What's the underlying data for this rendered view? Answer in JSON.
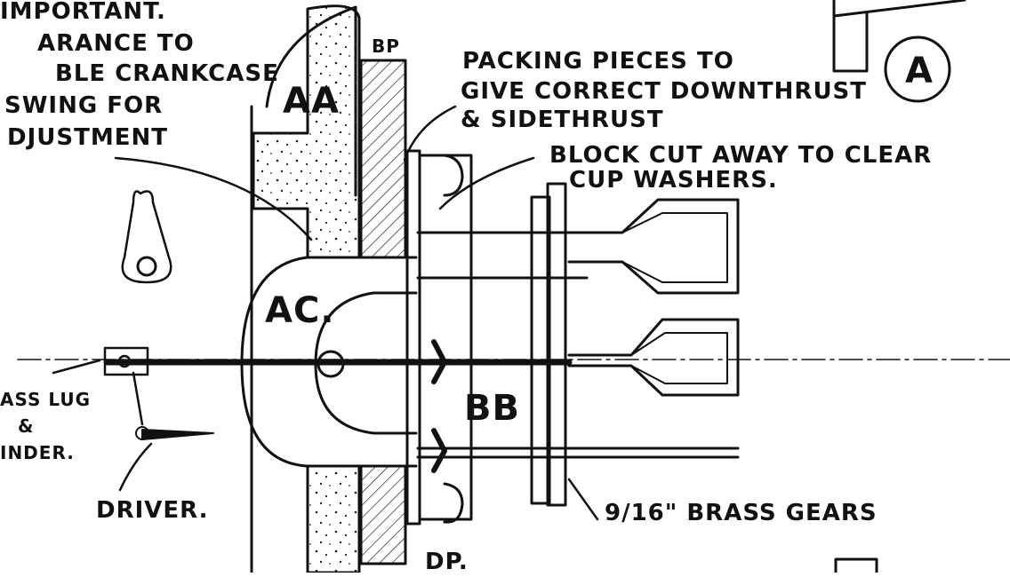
{
  "notes": {
    "top_left": [
      "IMPORTANT.",
      "ARANCE TO",
      "BLE CRANKCASE",
      "SWING FOR",
      "DJUSTMENT"
    ],
    "packing": [
      "PACKING PIECES TO",
      "GIVE CORRECT DOWNTHRUST",
      "& SIDETHRUST"
    ],
    "block": [
      "BLOCK CUT AWAY TO CLEAR",
      "CUP WASHERS."
    ],
    "brass_lug": [
      "ASS LUG",
      "&",
      "INDER."
    ],
    "driver": "DRIVER.",
    "gears": "9/16\" BRASS GEARS"
  },
  "parts": {
    "aa": "AA",
    "bp": "BP",
    "ac": "AC.",
    "bb": "BB",
    "dp": "DP."
  },
  "view_marker": "A"
}
